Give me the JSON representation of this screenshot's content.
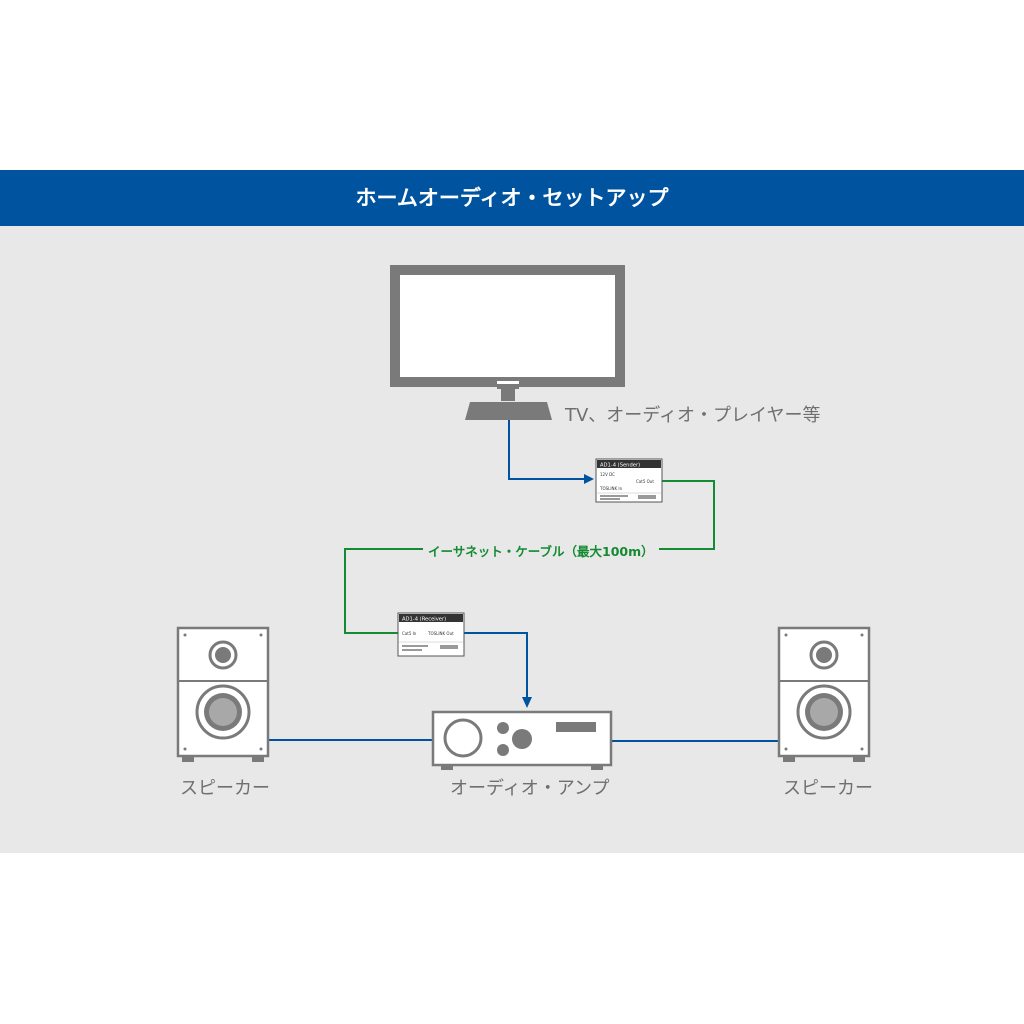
{
  "header": {
    "title": "ホームオーディオ・セットアップ"
  },
  "labels": {
    "source": "TV、オーディオ・プレイヤー等",
    "cable": "イーサネット・ケーブル（最大100m）",
    "speaker_left": "スピーカー",
    "speaker_right": "スピーカー",
    "amplifier": "オーディオ・アンプ"
  },
  "sender": {
    "title": "AD1-4 (Sender)",
    "port_power": "12V DC",
    "port_out": "Cat5 Out",
    "port_in": "TOSLINK In"
  },
  "receiver": {
    "title": "AD1-4 (Receiver)",
    "port_in": "Cat5 In",
    "port_out": "TOSLINK Out"
  },
  "colors": {
    "header": "#00539f",
    "panel": "#e8e8e8",
    "audio_line": "#00539f",
    "ethernet_line": "#148a32",
    "device": "#7a7a7a"
  },
  "icons": [
    "tv-icon",
    "sender-box-icon",
    "receiver-box-icon",
    "speaker-icon",
    "amplifier-icon",
    "arrow-down-icon"
  ]
}
